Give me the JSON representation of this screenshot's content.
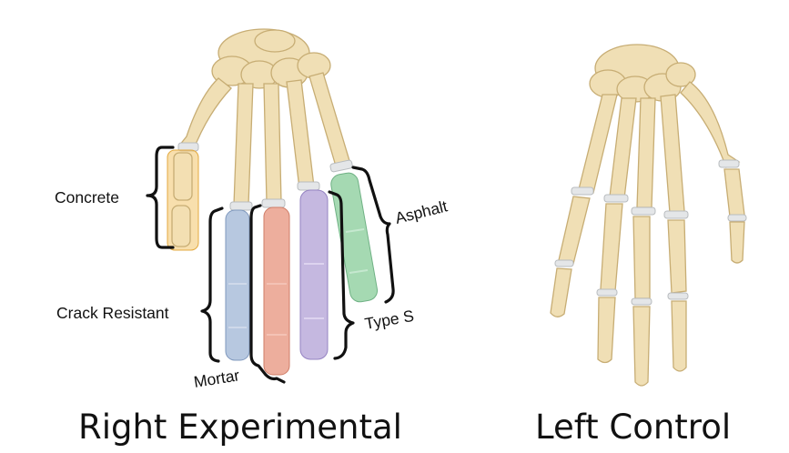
{
  "diagram": {
    "labels": {
      "concrete": "Concrete",
      "crack_resistant": "Crack Resistant",
      "mortar": "Mortar",
      "type_s": "Type S",
      "asphalt": "Asphalt"
    },
    "captions": {
      "right_hand": "Right Experimental",
      "left_hand": "Left Control"
    },
    "colors": {
      "bone": "#f0dfb5",
      "bone_outline": "#c7ad74",
      "joint": "#e4e6e8",
      "concrete": "#f3c46a",
      "crack_resistant": "#9fb6d6",
      "mortar": "#e99a85",
      "type_s": "#b7a6d8",
      "asphalt": "#8fcf9f"
    }
  }
}
